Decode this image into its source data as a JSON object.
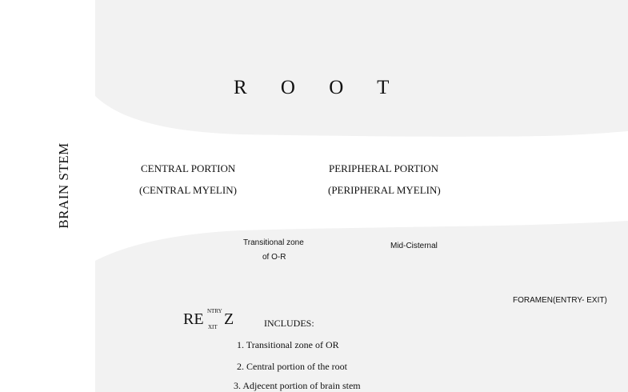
{
  "labels": {
    "root_title": "R O O T",
    "brain_stem": "BRAIN STEM",
    "central_portion": "CENTRAL PORTION",
    "central_myelin": "(CENTRAL MYELIN)",
    "peripheral_portion": "PERIPHERAL PORTION",
    "peripheral_myelin": "(PERIPHERAL MYELIN)",
    "transitional_zone_line1": "Transitional zone",
    "transitional_zone_line2": "of O-R",
    "mid_cisternal": "Mid-Cisternal",
    "foramen": "FORAMEN(ENTRY- EXIT)",
    "rez": {
      "base": "RE",
      "superscript": "NTRY",
      "subscript": "XIT",
      "tail": "Z"
    },
    "includes_heading": "INCLUDES:",
    "includes_items": [
      "1. Transitional zone of OR",
      "2. Central portion of the root",
      "3. Adjecent portion of brain stem"
    ]
  }
}
